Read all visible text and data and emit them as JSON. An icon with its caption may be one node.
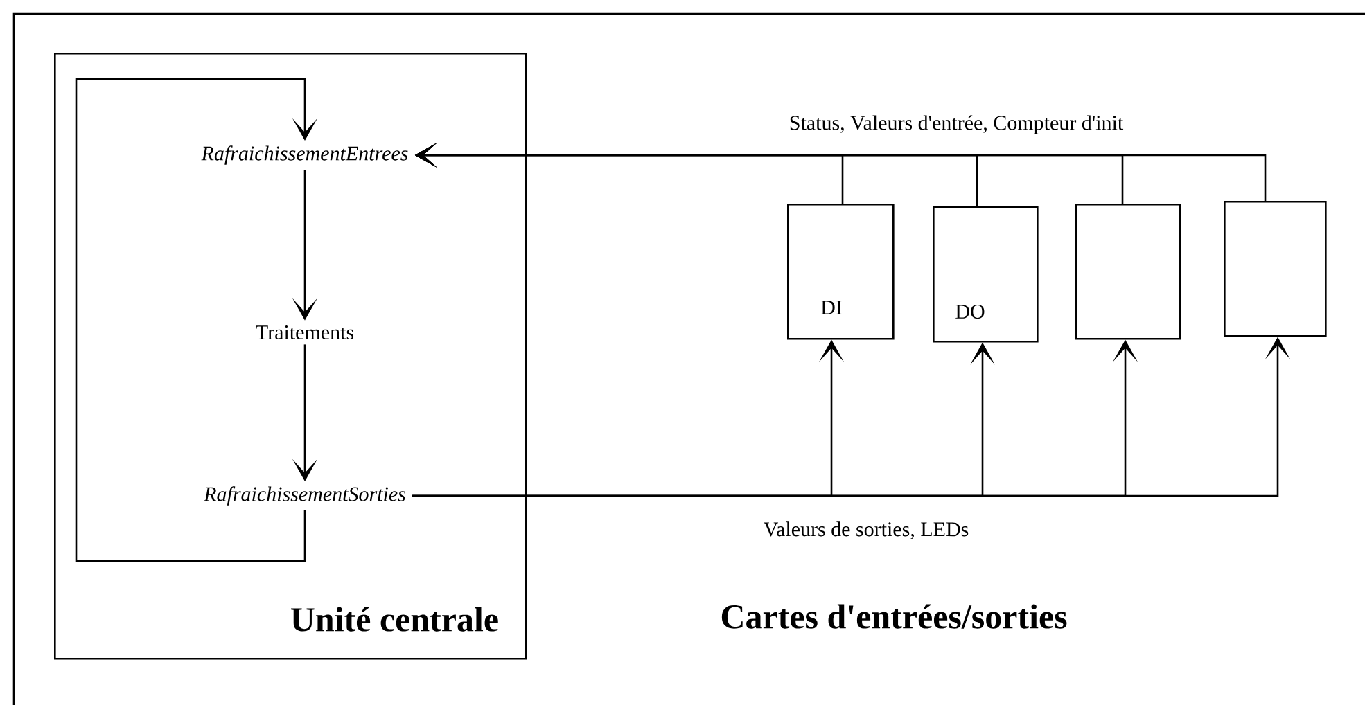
{
  "diagram": {
    "nodes": [
      {
        "text": [
          "Unité centrale"
        ]
      },
      {
        "text": [
          "*RafraichissementEntrees*"
        ],
        "in": 0
      },
      {
        "text": [
          "Traitements"
        ],
        "in": 0
      },
      {
        "text": [
          "*RafraichissementSorties*"
        ],
        "in": 0
      },
      {
        "text": [
          "DI"
        ]
      },
      {
        "text": [
          "DO"
        ]
      },
      {
        "text": [],
        "shape": "box"
      },
      {
        "text": [],
        "shape": "box"
      }
    ],
    "edges": [
      {
        "from": 3,
        "to": 1,
        "arrow": "to"
      },
      {
        "from": 1,
        "to": 2,
        "arrow": "to"
      },
      {
        "from": 2,
        "to": 3,
        "arrow": "to"
      },
      {
        "from": 4,
        "to": 1,
        "arrow": "to"
      },
      {
        "from": 5,
        "to": 1,
        "arrow": "to",
        "label": "Status, Valeurs d'entrée, Compteur d'init"
      },
      {
        "from": 6,
        "to": 1,
        "arrow": "to"
      },
      {
        "from": 7,
        "to": 1,
        "arrow": "to"
      },
      {
        "from": 3,
        "to": 4,
        "arrow": "to"
      },
      {
        "from": 3,
        "to": 5,
        "arrow": "to",
        "label": "Valeurs de sorties, LEDs"
      },
      {
        "from": 3,
        "to": 6,
        "arrow": "to"
      },
      {
        "from": 3,
        "to": 7,
        "arrow": "to"
      }
    ],
    "labels": [
      "Cartes d'entrées/sorties"
    ]
  }
}
